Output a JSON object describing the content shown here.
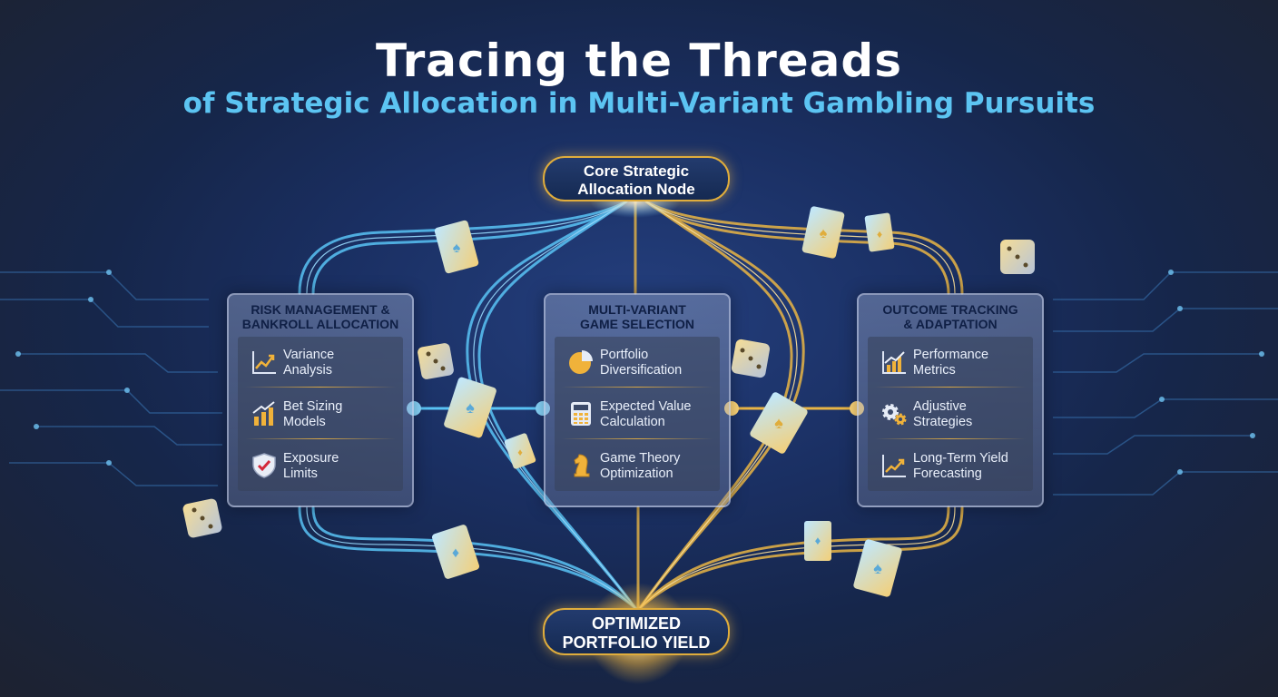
{
  "title": "Tracing the Threads",
  "subtitle": "of Strategic Allocation in Multi-Variant Gambling Pursuits",
  "colors": {
    "gold": "#e0ad3c",
    "cyan": "#5cc4f2",
    "title": "#ffffff"
  },
  "top_node": {
    "line1": "Core Strategic",
    "line2": "Allocation Node"
  },
  "bottom_node": {
    "line1": "OPTIMIZED",
    "line2": "PORTFOLIO YIELD"
  },
  "panels": [
    {
      "head1": "RISK MANAGEMENT &",
      "head2": "BANKROLL ALLOCATION",
      "items": [
        {
          "icon": "line-chart-icon",
          "l1": "Variance",
          "l2": "Analysis"
        },
        {
          "icon": "bar-chart-icon",
          "l1": "Bet Sizing",
          "l2": "Models"
        },
        {
          "icon": "shield-check-icon",
          "l1": "Exposure",
          "l2": "Limits"
        }
      ]
    },
    {
      "head1": "MULTI-VARIANT",
      "head2": "GAME SELECTION",
      "items": [
        {
          "icon": "pie-chart-icon",
          "l1": "Portfolio",
          "l2": "Diversification"
        },
        {
          "icon": "calculator-icon",
          "l1": "Expected Value",
          "l2": "Calculation"
        },
        {
          "icon": "chess-knight-icon",
          "l1": "Game Theory",
          "l2": "Optimization"
        }
      ]
    },
    {
      "head1": "OUTCOME TRACKING",
      "head2": "& ADAPTATION",
      "items": [
        {
          "icon": "performance-chart-icon",
          "l1": "Performance",
          "l2": "Metrics"
        },
        {
          "icon": "gears-icon",
          "l1": "Adjustive",
          "l2": "Strategies"
        },
        {
          "icon": "trend-chart-icon",
          "l1": "Long-Term Yield",
          "l2": "Forecasting"
        }
      ]
    }
  ]
}
